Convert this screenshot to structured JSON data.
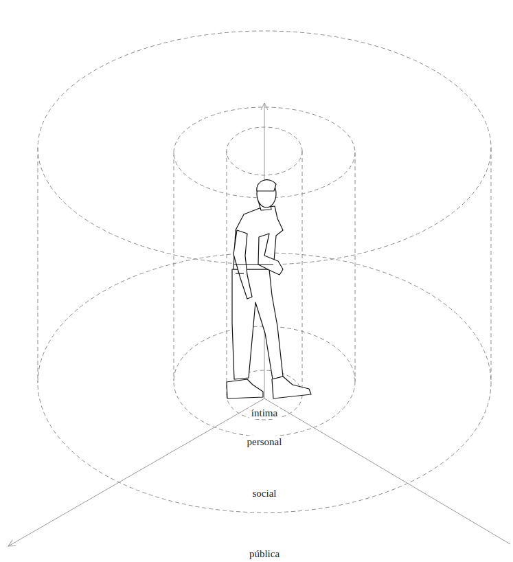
{
  "diagram": {
    "labels": [
      "íntima",
      "personal",
      "social",
      "pública"
    ]
  }
}
